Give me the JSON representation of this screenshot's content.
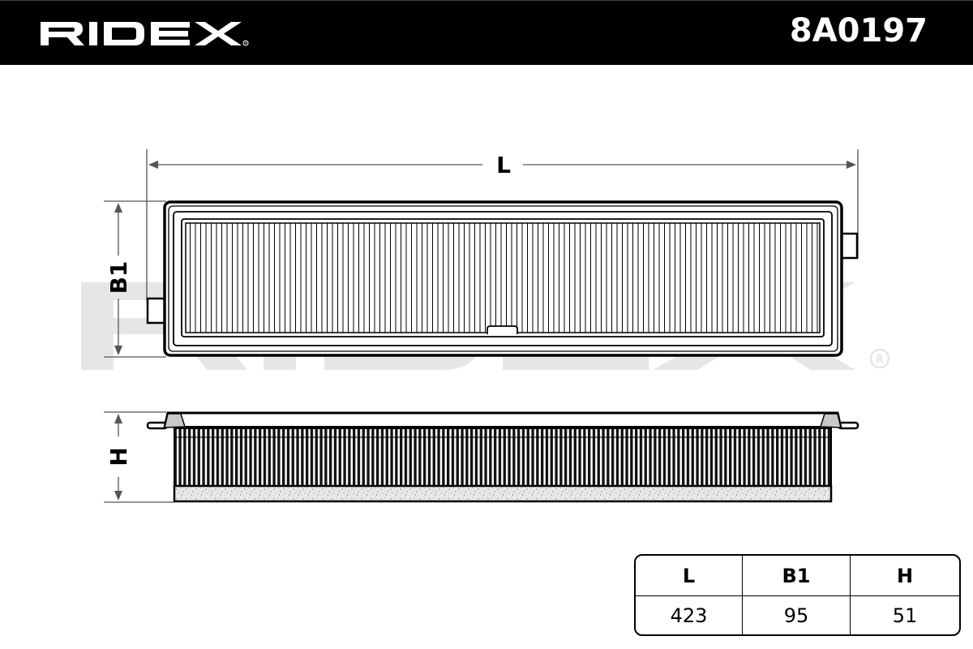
{
  "header": {
    "brand": "RIDEX",
    "brand_registered_mark": "®",
    "part_number": "8A0197",
    "background_color": "#000000",
    "text_color": "#ffffff"
  },
  "drawing": {
    "subject": "air filter technical drawing",
    "views": [
      "top view",
      "side view"
    ],
    "watermark": "RIDEX®",
    "watermark_color": "#e6e6e6",
    "dimension_labels": {
      "length": "L",
      "width": "B1",
      "height": "H"
    }
  },
  "dimensions_table": {
    "headers": [
      "L",
      "B1",
      "H"
    ],
    "values": [
      "423",
      "95",
      "51"
    ]
  }
}
